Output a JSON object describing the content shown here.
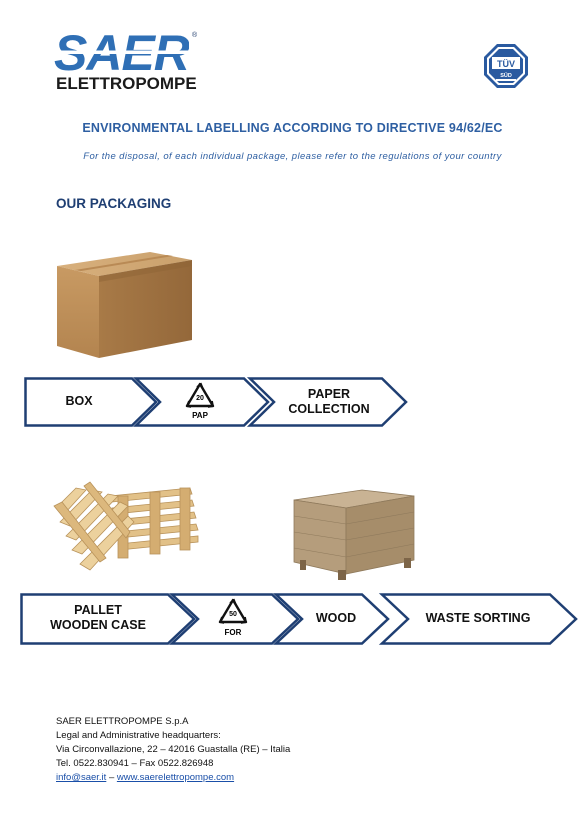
{
  "logo": {
    "main": "SAER",
    "registered": "®",
    "sub": "ELETTROPOMPE"
  },
  "certification_badge": {
    "top_text": "TÜV",
    "bottom_text": "SÜD",
    "icon": "tuv-sud-certification-icon"
  },
  "heading": "ENVIRONMENTAL LABELLING ACCORDING TO DIRECTIVE 94/62/EC",
  "subheading": "For the disposal, of each individual package, please refer to the regulations of your country",
  "section_title": "OUR PACKAGING",
  "row1": {
    "image": "cardboard-box-image",
    "steps": [
      {
        "label": "BOX"
      },
      {
        "recycling_number": "20",
        "recycling_code": "PAP"
      },
      {
        "label_line1": "PAPER",
        "label_line2": "COLLECTION"
      }
    ]
  },
  "row2": {
    "images": [
      "wooden-pallets-image",
      "wooden-crate-image"
    ],
    "steps": [
      {
        "label_line1": "PALLET",
        "label_line2": "WOODEN CASE"
      },
      {
        "recycling_number": "50",
        "recycling_code": "FOR"
      },
      {
        "label": "WOOD"
      },
      {
        "label": "WASTE SORTING"
      }
    ]
  },
  "colors": {
    "heading": "#2e5fa2",
    "arrow_border": "#1f3f73",
    "logo_blue": "#2f6fb5"
  },
  "footer": {
    "company": "SAER ELETTROPOMPE S.p.A",
    "hq_label": "Legal and Administrative headquarters:",
    "address": "Via Circonvallazione, 22 – 42016 Guastalla (RE) – Italia",
    "phone": "Tel. 0522.830941 – Fax 0522.826948",
    "email": "info@saer.it",
    "separator": " – ",
    "website": "www.saerelettropompe.com"
  }
}
